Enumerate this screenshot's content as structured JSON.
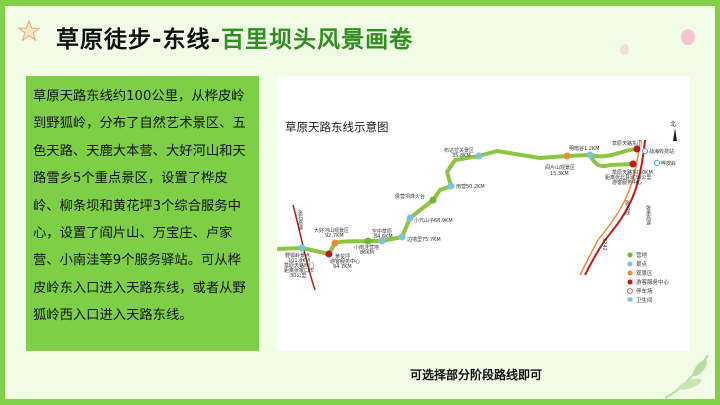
{
  "title": {
    "part1": "草原徒步-东线-",
    "part2": "百里坝头风景画卷"
  },
  "description": "草原天路东线约100公里，从桦皮岭到野狐岭，分布了自然艺术景区、五色天路、天鹿大本营、大好河山和天路雪乡5个重点景区，设置了桦皮岭、柳条坝和黄花坪3个综合服务中心，设置了阎片山、万宝庄、卢家营、小南洼等9个服务驿站。可从桦皮岭东入口进入天路东线，或者从野狐岭西入口进入天路东线。",
  "caption": "可选择部分阶段路线即可",
  "map": {
    "title": "草原天路东线示意图",
    "north": "北",
    "labels": {
      "budala": "布达拉关景区",
      "budala_km": "35.8KM",
      "mingan": "明暗谷1.2KM",
      "yanpian": "阎片山观景区",
      "yanpian_km": "15.3KM",
      "nanying": "南营50.2KM",
      "houying": "侯营坝烽火台",
      "xiaoyuan": "小元山子68.9KM",
      "bianqiang": "边墙里75.7KM",
      "kongzhong": "空中草原",
      "kongzhong_km": "84.6KM",
      "xiaonanwa": "小南洼营地",
      "xiaonanwa_km": "86KM",
      "dahao": "大好河山观景区",
      "dahao_km": "92.7KM",
      "huanghua": "黄花坪",
      "huanghua_sub": "游客服务中心",
      "huanghua_km": "94.7KM",
      "yehu": "野狐岭景点",
      "yehu_km": "101.8KM",
      "yehu_gate": "草原天路西门",
      "yehu_dist": "距离张家口市",
      "yehu_dist2": "30公里",
      "east_gate": "草原天路东门",
      "east_exit": "草原天路东口0KM",
      "east_dist": "距离张北县城30公里",
      "east_center": "游客服务中心",
      "toll": "战海收费站",
      "huapi": "桦皮岭",
      "road_west": "张石高速",
      "road_gu": "张沽线",
      "road_cheng": "张承高速",
      "road_s": "S242"
    },
    "legend": [
      {
        "label": "营地",
        "color": "#6ab82e"
      },
      {
        "label": "景点",
        "color": "#7cc3dc"
      },
      {
        "label": "观景区",
        "color": "#ee8a3a"
      },
      {
        "label": "游客服务中心",
        "color": "#c4161c"
      },
      {
        "label": "停车场",
        "icon": "parking-icon"
      },
      {
        "label": "卫生间",
        "icon": "toilet-icon"
      }
    ],
    "route_color": "#8cc63f"
  }
}
